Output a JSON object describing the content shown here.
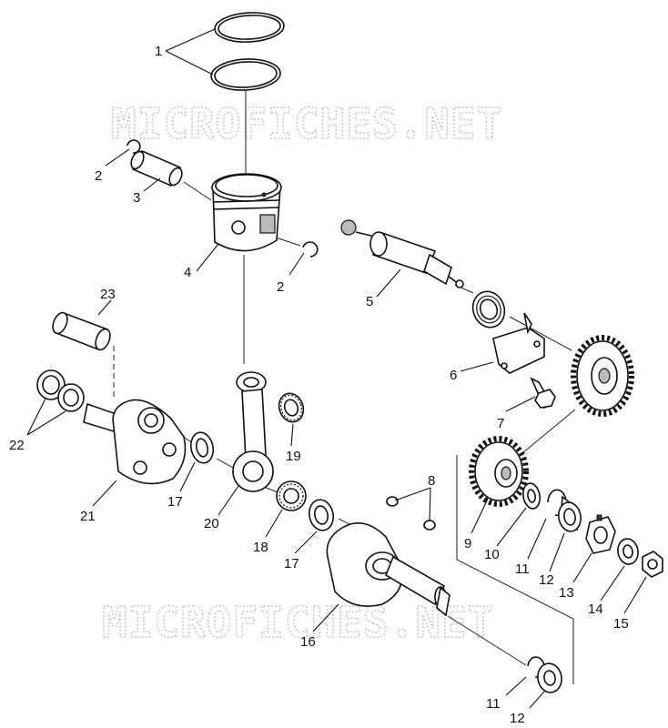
{
  "watermark": "MICROFICHES.NET",
  "callouts": [
    {
      "id": "c1",
      "label": "1"
    },
    {
      "id": "c2a",
      "label": "2"
    },
    {
      "id": "c2b",
      "label": "2"
    },
    {
      "id": "c3",
      "label": "3"
    },
    {
      "id": "c4",
      "label": "4"
    },
    {
      "id": "c5",
      "label": "5"
    },
    {
      "id": "c6",
      "label": "6"
    },
    {
      "id": "c7",
      "label": "7"
    },
    {
      "id": "c8",
      "label": "8"
    },
    {
      "id": "c9",
      "label": "9"
    },
    {
      "id": "c10",
      "label": "10"
    },
    {
      "id": "c11a",
      "label": "11"
    },
    {
      "id": "c11b",
      "label": "11"
    },
    {
      "id": "c12a",
      "label": "12"
    },
    {
      "id": "c12b",
      "label": "12"
    },
    {
      "id": "c13",
      "label": "13"
    },
    {
      "id": "c14",
      "label": "14"
    },
    {
      "id": "c15",
      "label": "15"
    },
    {
      "id": "c16",
      "label": "16"
    },
    {
      "id": "c17a",
      "label": "17"
    },
    {
      "id": "c17b",
      "label": "17"
    },
    {
      "id": "c18",
      "label": "18"
    },
    {
      "id": "c19",
      "label": "19"
    },
    {
      "id": "c20",
      "label": "20"
    },
    {
      "id": "c21",
      "label": "21"
    },
    {
      "id": "c22",
      "label": "22"
    },
    {
      "id": "c23",
      "label": "23"
    }
  ]
}
